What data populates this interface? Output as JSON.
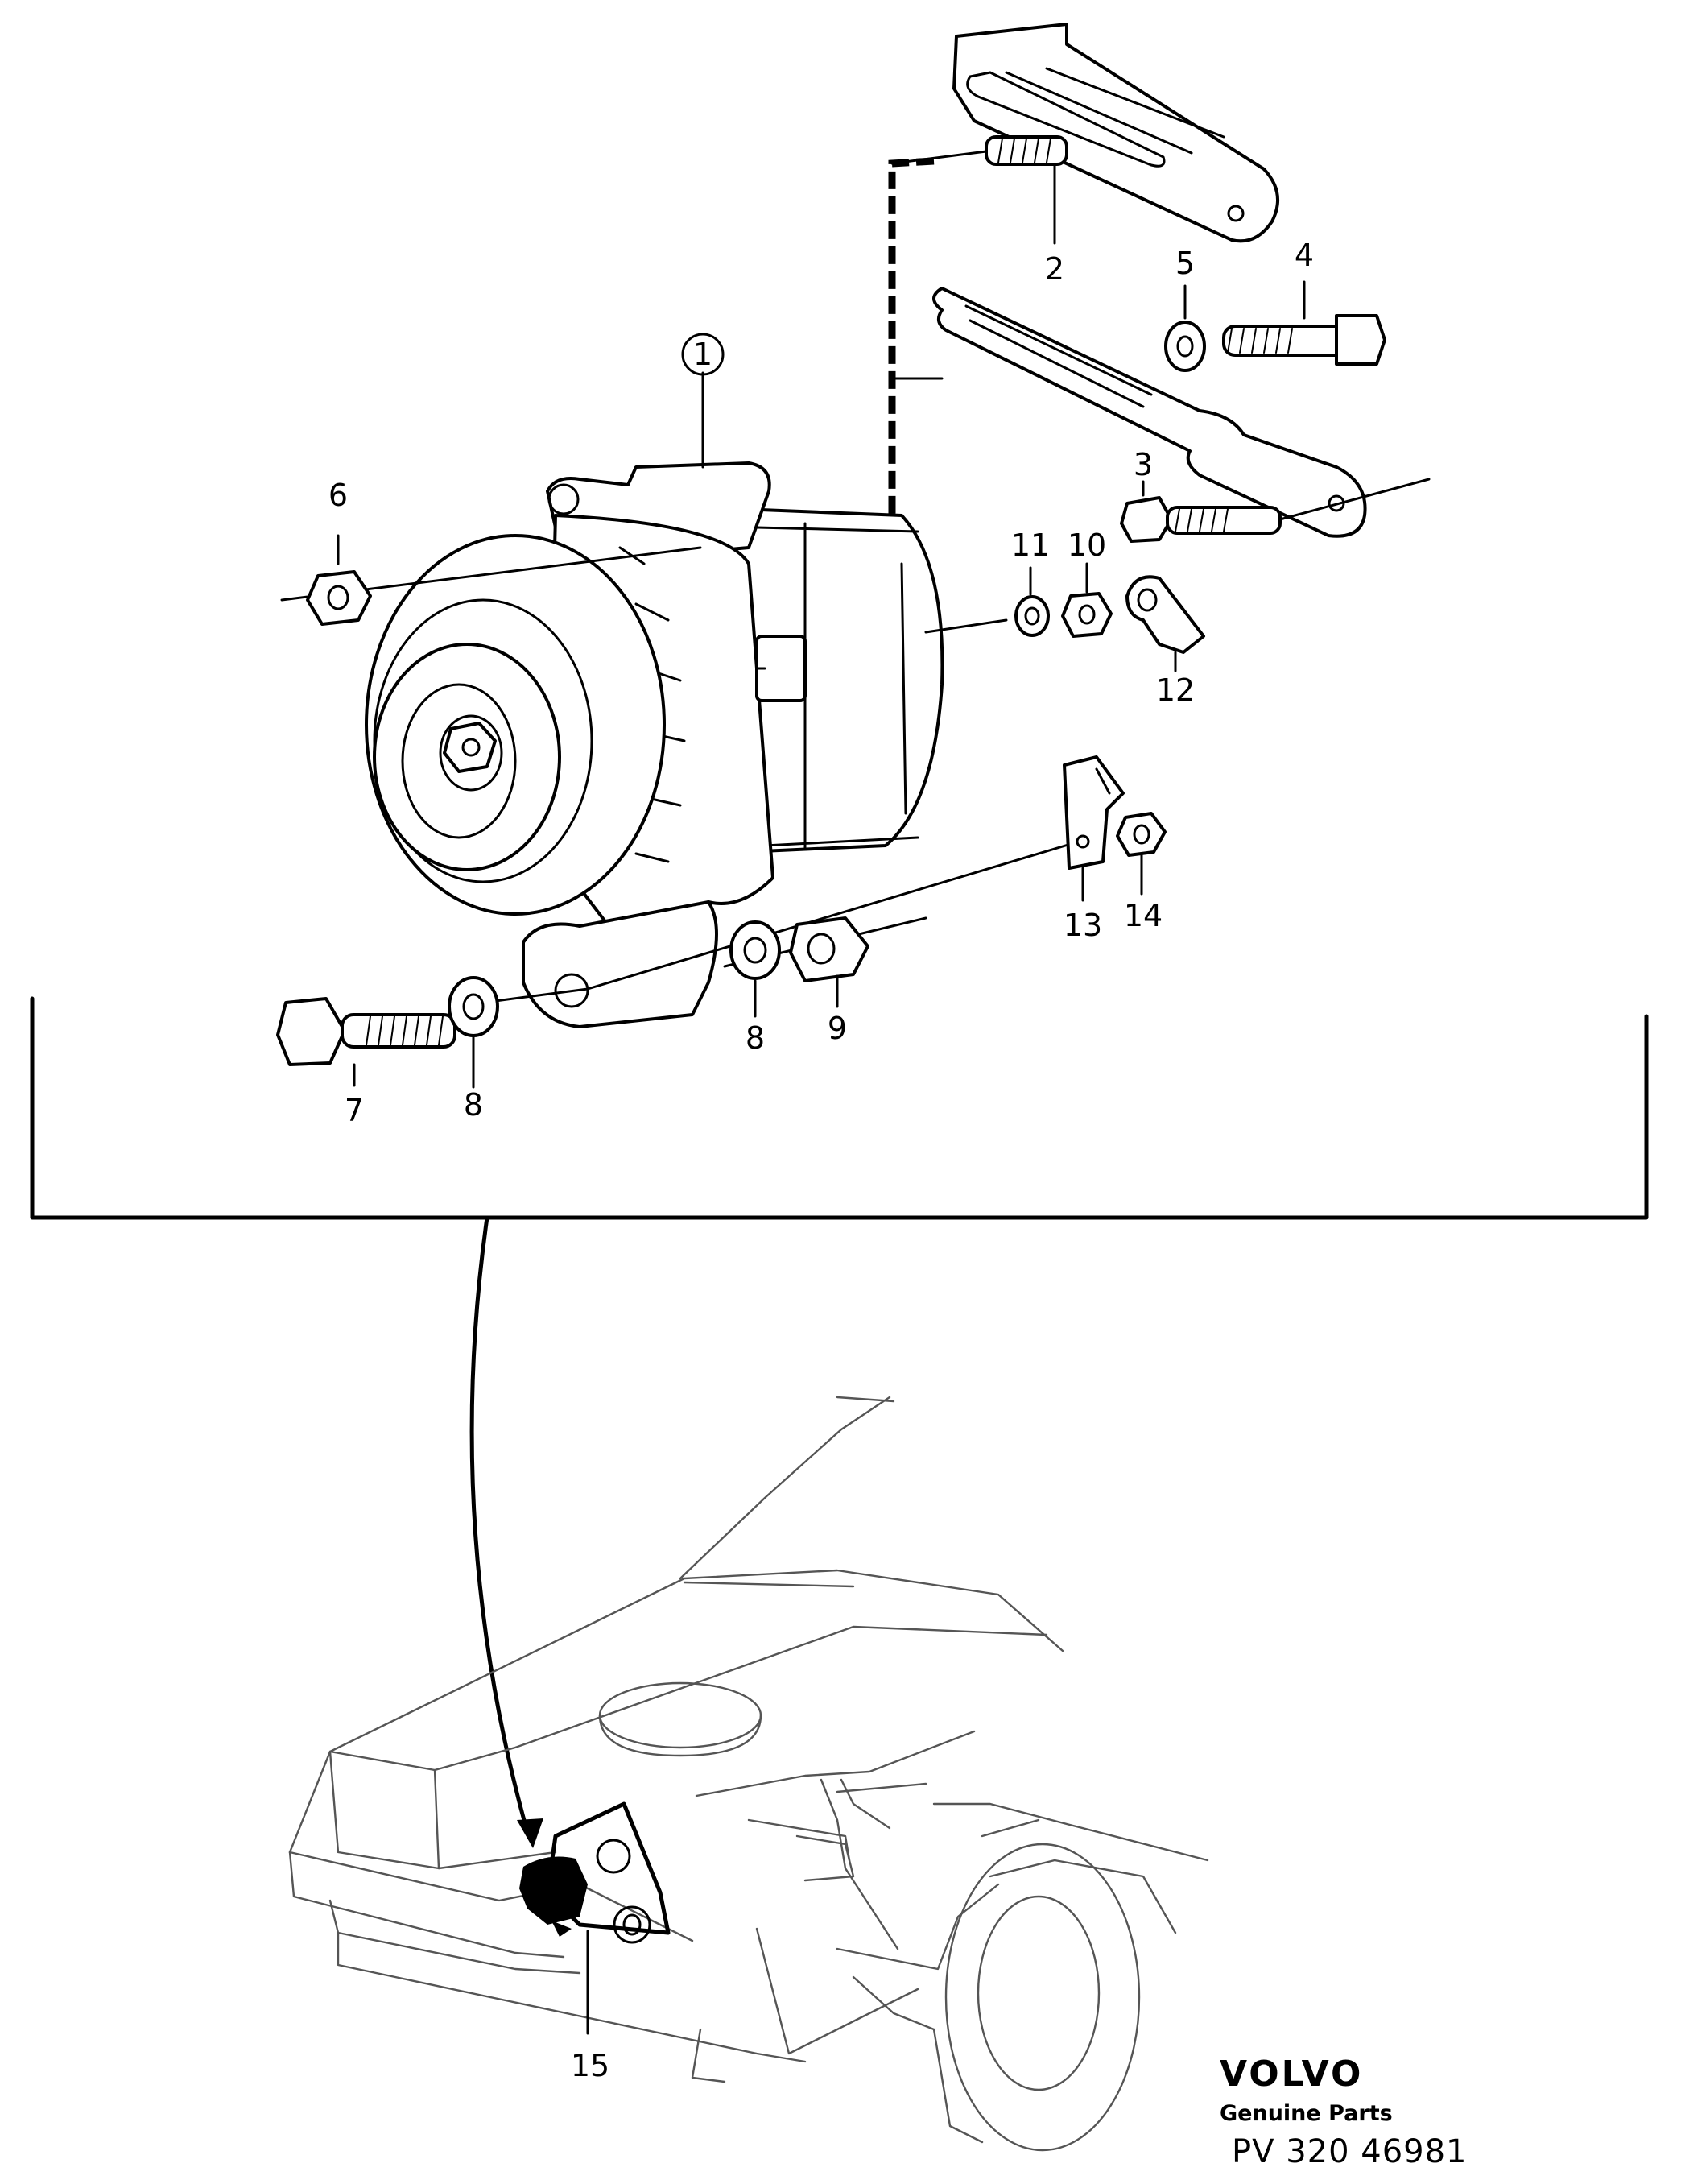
{
  "callouts": {
    "c1": "1",
    "c2": "2",
    "c3": "3",
    "c4": "4",
    "c5": "5",
    "c6": "6",
    "c7": "7",
    "c8a": "8",
    "c8b": "8",
    "c9": "9",
    "c10": "10",
    "c11": "11",
    "c12": "12",
    "c13": "13",
    "c14": "14",
    "c15": "15"
  },
  "footer": {
    "brand": "VOLVO",
    "tagline": "Genuine Parts",
    "part_ref": "PV 320 46981"
  },
  "colors": {
    "ink": "#000000",
    "car_outline": "#555555",
    "background": "#ffffff"
  }
}
